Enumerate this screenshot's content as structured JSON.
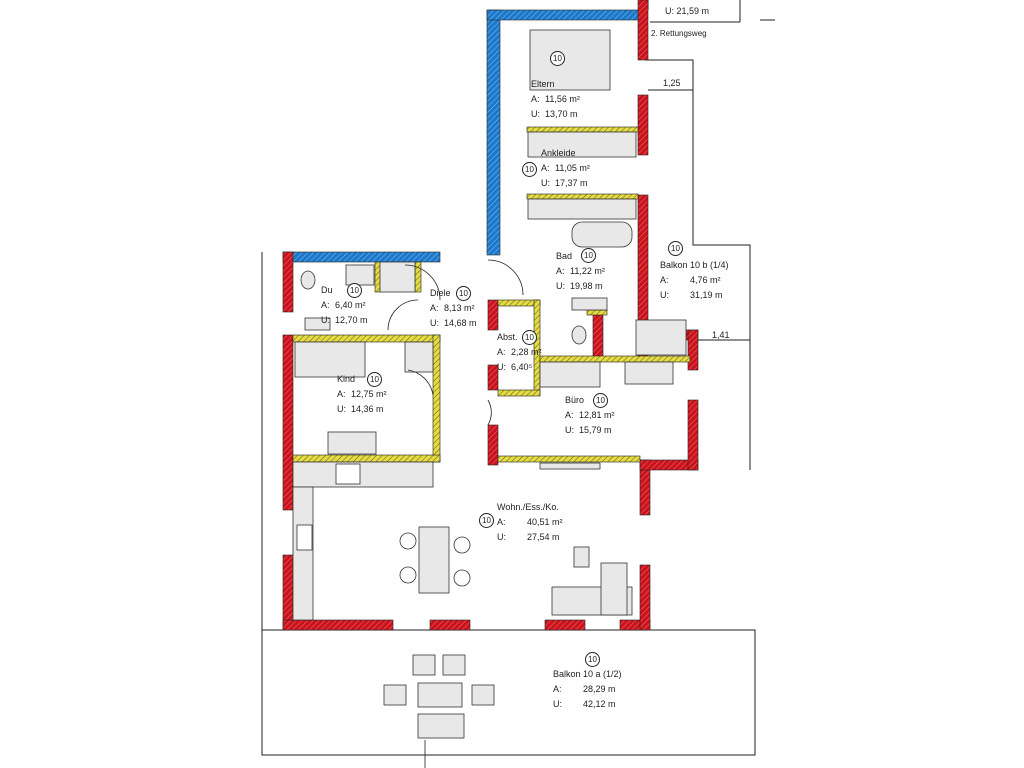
{
  "colors": {
    "exterior_wall": "#c8141e",
    "neighbor_wall": "#1e78c8",
    "interior_wall": "#e6dc3c",
    "furniture": "#e8e8e8"
  },
  "annotations": {
    "top_partial": "U:    21,59 m",
    "escape_route": "2. Rettungsweg",
    "dim_1": "1,25",
    "dim_2": "1,41"
  },
  "rooms": [
    {
      "id": "eltern",
      "name": "Eltern",
      "number": "10",
      "area_label": "A:",
      "area": "11,56 m²",
      "perim_label": "U:",
      "perimeter": "13,70 m"
    },
    {
      "id": "ankleide",
      "name": "Ankleide",
      "number": "10",
      "area_label": "A:",
      "area": "11,05 m²",
      "perim_label": "U:",
      "perimeter": "17,37 m"
    },
    {
      "id": "bad",
      "name": "Bad",
      "number": "10",
      "area_label": "A:",
      "area": "11,22 m²",
      "perim_label": "U:",
      "perimeter": "19,98 m"
    },
    {
      "id": "balkon-b",
      "name": "Balkon 10 b (1/4)",
      "number": "10",
      "area_label": "A:",
      "area": "4,76 m²",
      "perim_label": "U:",
      "perimeter": "31,19 m"
    },
    {
      "id": "du",
      "name": "Du",
      "number": "10",
      "area_label": "A:",
      "area": "6,40 m²",
      "perim_label": "U:",
      "perimeter": "12,70 m"
    },
    {
      "id": "diele",
      "name": "Diele",
      "number": "10",
      "area_label": "A:",
      "area": "8,13 m²",
      "perim_label": "U:",
      "perimeter": "14,68 m"
    },
    {
      "id": "abst",
      "name": "Abst.",
      "number": "10",
      "area_label": "A:",
      "area": "2,28 m²",
      "perim_label": "U:",
      "perimeter": "6,40⁵"
    },
    {
      "id": "kind",
      "name": "Kind",
      "number": "10",
      "area_label": "A:",
      "area": "12,75 m²",
      "perim_label": "U:",
      "perimeter": "14,36 m"
    },
    {
      "id": "buero",
      "name": "Büro",
      "number": "10",
      "area_label": "A:",
      "area": "12,81 m²",
      "perim_label": "U:",
      "perimeter": "15,79 m"
    },
    {
      "id": "wohn",
      "name": "Wohn./Ess./Ko.",
      "number": "10",
      "area_label": "A:",
      "area": "40,51 m²",
      "perim_label": "U:",
      "perimeter": "27,54 m"
    },
    {
      "id": "balkon-a",
      "name": "Balkon 10 a (1/2)",
      "number": "10",
      "area_label": "A:",
      "area": "28,29 m",
      "perim_label": "U:",
      "perimeter": "42,12 m"
    }
  ]
}
